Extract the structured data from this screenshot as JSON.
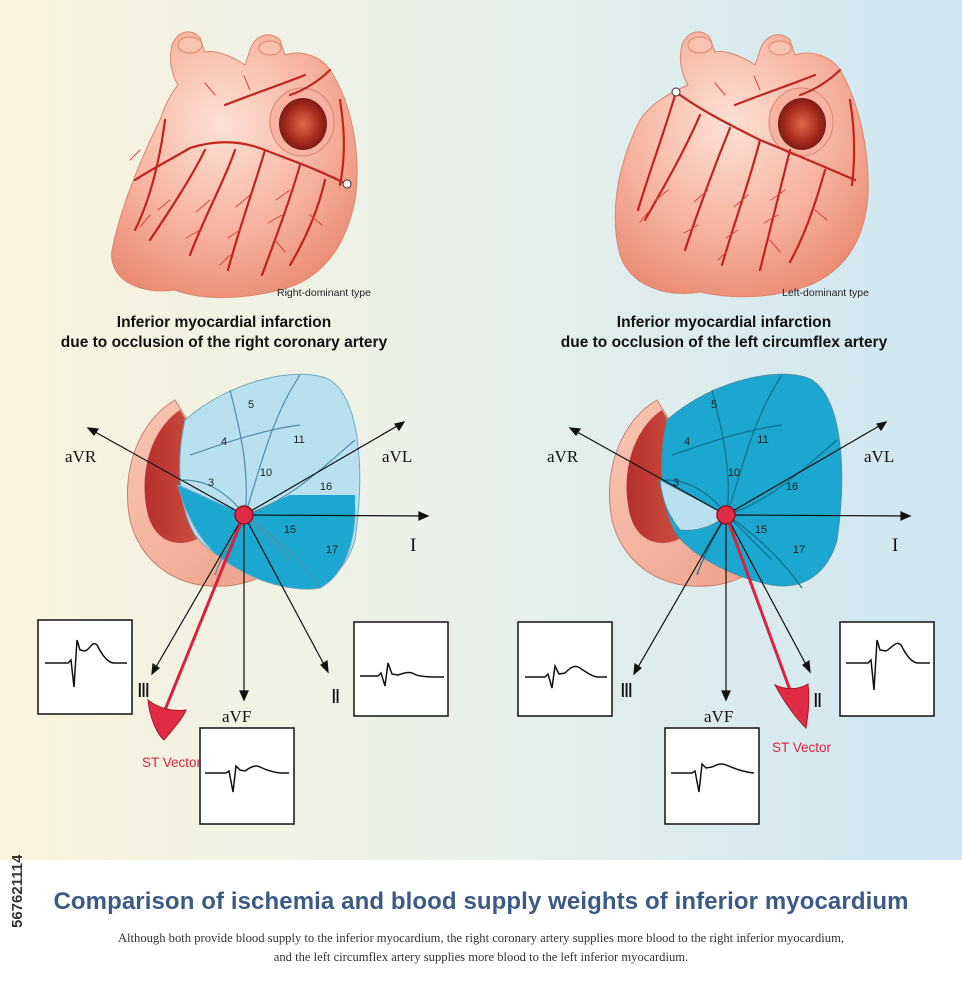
{
  "panels": [
    {
      "dominance_label": "Right-dominant type",
      "heading_line1": "Inferior myocardial infarction",
      "heading_line2": "due to occlusion of the right coronary artery",
      "st_vector_label": "ST Vector"
    },
    {
      "dominance_label": "Left-dominant type",
      "heading_line1": "Inferior myocardial infarction",
      "heading_line2": "due to occlusion of the left circumflex artery",
      "st_vector_label": "ST Vector"
    }
  ],
  "leads": {
    "avr": "aVR",
    "avl": "aVL",
    "i": "I",
    "ii": "Ⅱ",
    "iii": "Ⅲ",
    "avf": "aVF"
  },
  "segments": [
    "5",
    "4",
    "11",
    "10",
    "3",
    "16",
    "15",
    "17"
  ],
  "footer": {
    "title": "Comparison of ischemia and blood supply weights of inferior myocardium",
    "caption_line1": "Although both provide blood supply to the inferior myocardium, the right coronary artery supplies more blood to the right inferior myocardium,",
    "caption_line2": "and the left circumflex artery supplies more blood to the left inferior myocardium."
  },
  "stock_id": "567621114",
  "colors": {
    "title": "#3b5a86",
    "st_vector": "#d8233f",
    "artery": "#c0241e",
    "heart": "#f4a48e",
    "segment_light": "#b8e0ef",
    "segment_dark": "#1ba7cf",
    "wall": "#c8403c"
  }
}
